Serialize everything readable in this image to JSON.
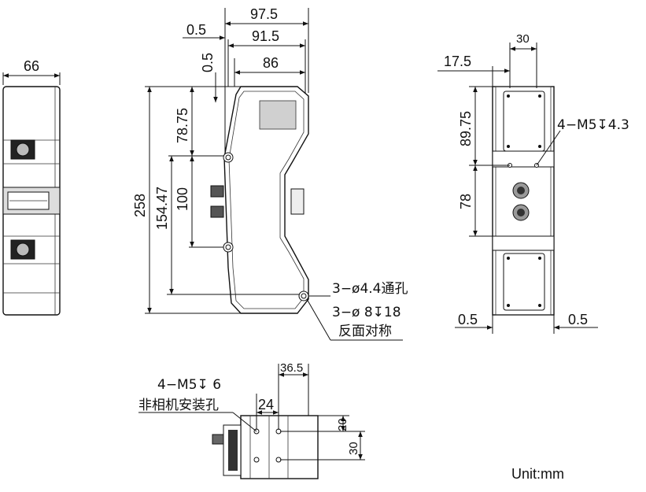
{
  "dimensions": {
    "side_width": "66",
    "front_total_width": "97.5",
    "front_offset_top": "0.5",
    "front_mid_width": "91.5",
    "front_offset_left": "0.5",
    "front_inner_width": "86",
    "front_height_upper": "78.75",
    "front_total_height": "258",
    "front_height_lower": "154.47",
    "front_hole_spacing": "100",
    "rear_width": "30",
    "rear_offset": "17.5",
    "rear_height_upper": "89.75",
    "rear_height_lower": "78",
    "rear_margin_left": "0.5",
    "rear_margin_right": "0.5",
    "bottom_width_outer": "36.5",
    "bottom_width_inner": "24",
    "bottom_height_upper": "20",
    "bottom_height_lower": "30"
  },
  "annotations": {
    "rear_thread": "4−M5↧4.3",
    "through_hole": "3−ø4.4通孔",
    "counterbore": "3−ø 8↧18",
    "symmetric": "反面对称",
    "bottom_thread": "4−M5↧ 6",
    "bottom_mount": "非相机安装孔"
  },
  "unit": "Unit:mm"
}
